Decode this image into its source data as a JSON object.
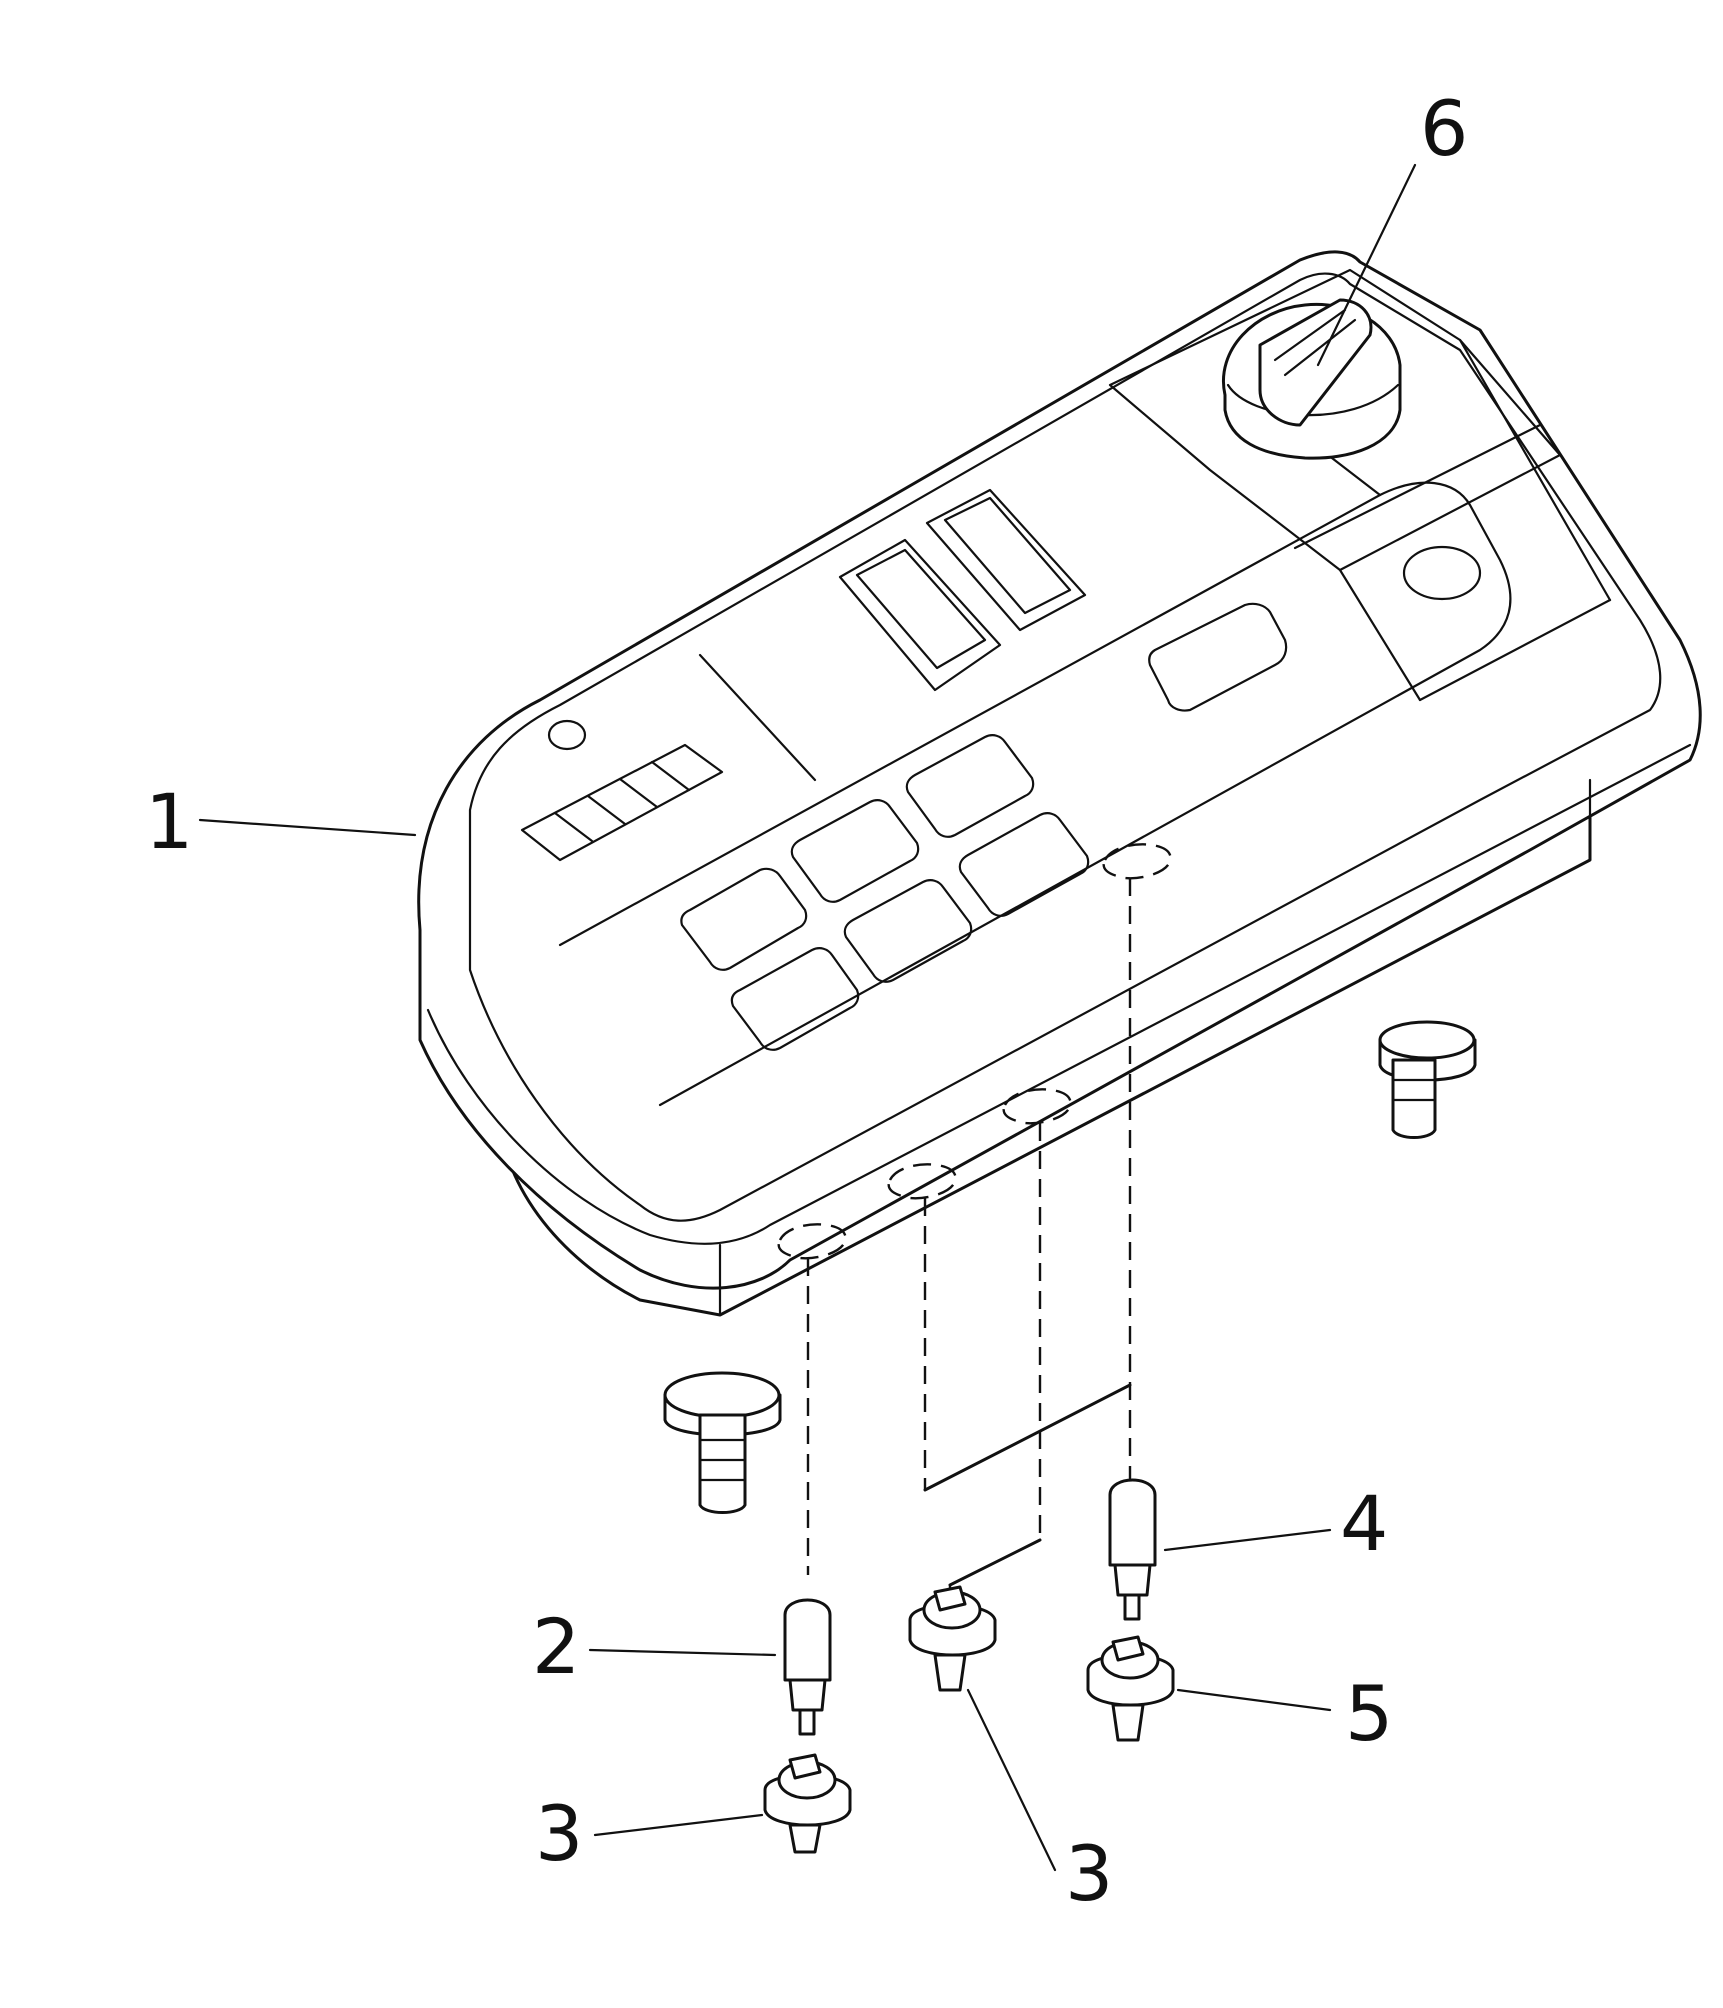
{
  "callouts": [
    {
      "id": "1",
      "label": "1"
    },
    {
      "id": "2",
      "label": "2"
    },
    {
      "id": "3a",
      "label": "3"
    },
    {
      "id": "3b",
      "label": "3"
    },
    {
      "id": "4",
      "label": "4"
    },
    {
      "id": "5",
      "label": "5"
    },
    {
      "id": "6",
      "label": "6"
    }
  ],
  "colors": {
    "line": "#111111",
    "background": "#ffffff"
  }
}
